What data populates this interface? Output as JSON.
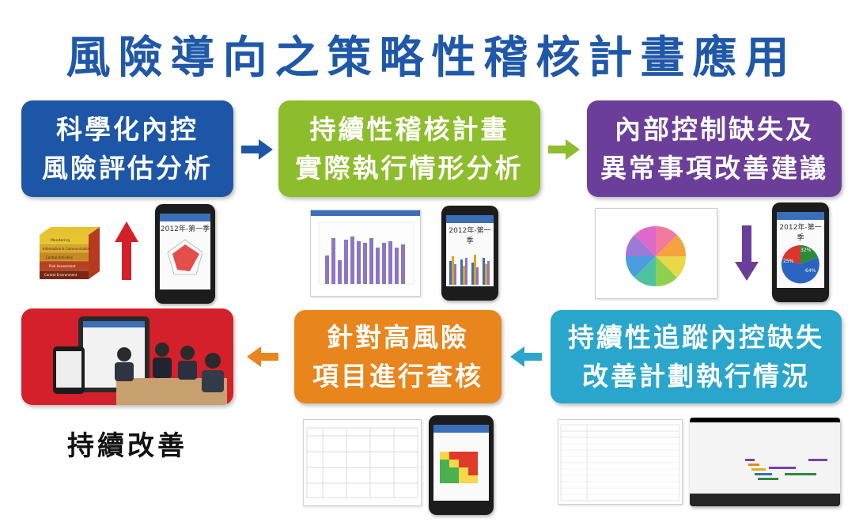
{
  "title": "風險導向之策略性稽核計畫應用",
  "steps": [
    {
      "line1": "科學化內控",
      "line2": "風險評估分析",
      "color": "#1d56a6"
    },
    {
      "line1": "持續性稽核計畫",
      "line2": "實際執行情形分析",
      "color": "#8dbd2c"
    },
    {
      "line1": "內部控制缺失及",
      "line2": "異常事項改善建議",
      "color": "#6b3f99"
    },
    {
      "line1": "持續性追蹤內控缺失",
      "line2": "改善計劃執行情況",
      "color": "#2aa6cc"
    },
    {
      "line1": "針對高風險",
      "line2": "項目進行查核",
      "color": "#e8851c"
    }
  ],
  "final_label": "持續改善",
  "phone_captions": {
    "phone1": "2012年-第一季",
    "phone2": "2012年-第一季",
    "phone3": "2012年-第一季"
  },
  "pie_labels": {
    "p1": "32%",
    "p2": "25%",
    "p3": "64%"
  },
  "cube_layers": [
    "Monitoring",
    "Information & Communication",
    "Control Activities",
    "Risk Assessment",
    "Control Environment"
  ],
  "colors": {
    "red_block": "#d4202a",
    "arrow_blue": "#1d56a6",
    "arrow_green": "#8dbd2c",
    "arrow_purple": "#6b3f99",
    "arrow_cyan": "#2aa6cc",
    "arrow_orange": "#e8851c",
    "arrow_red": "#d4202a"
  }
}
